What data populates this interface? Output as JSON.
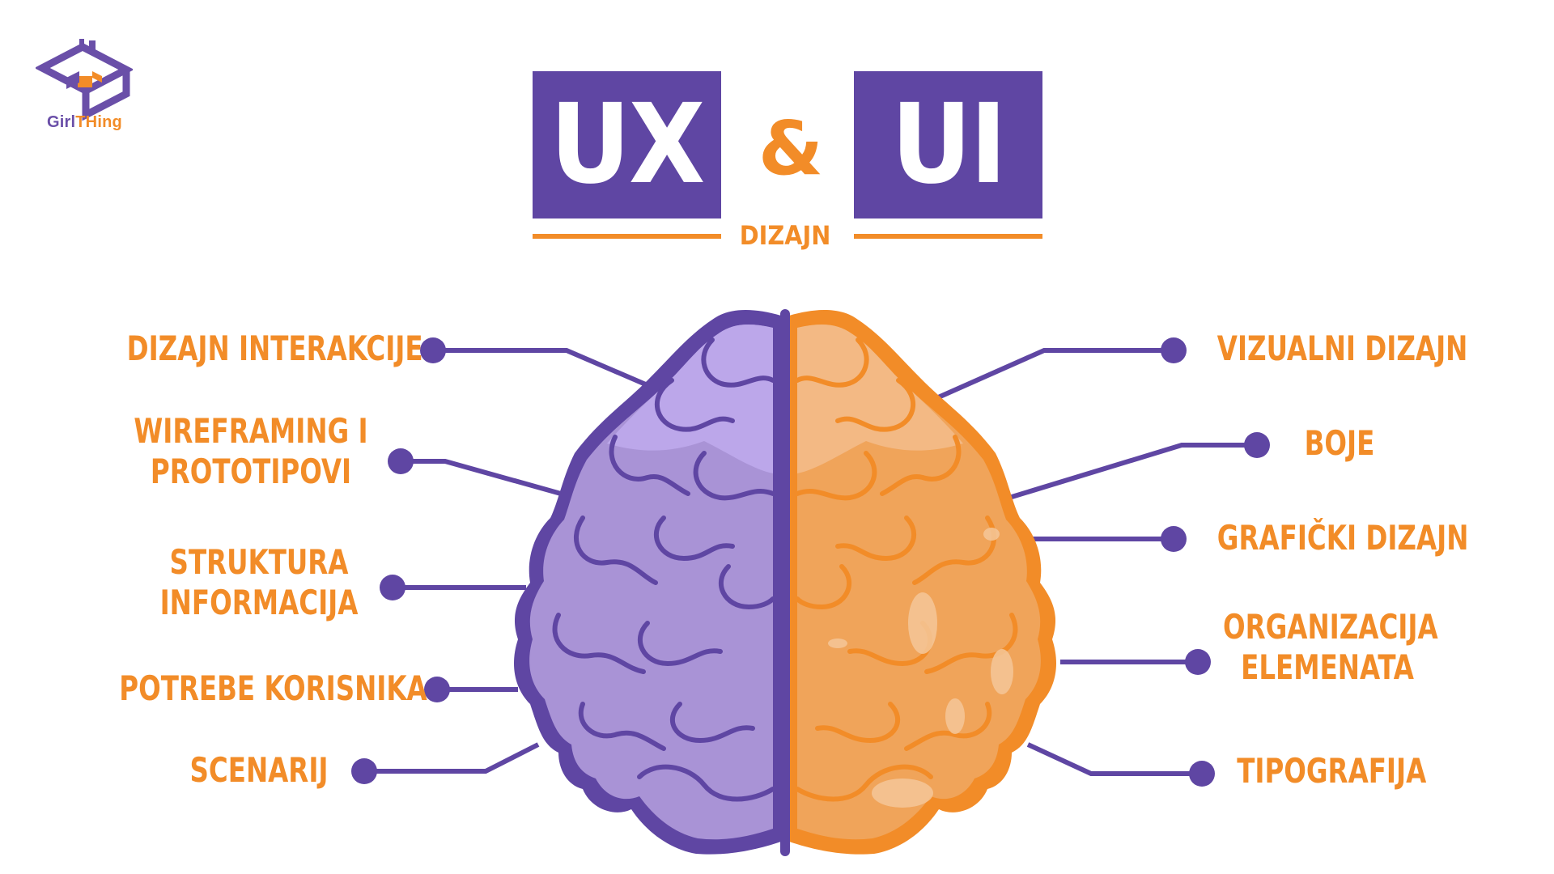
{
  "logo": {
    "text_part1": "Girl",
    "text_part2": "THing"
  },
  "title": {
    "left": "UX",
    "ampersand": "&",
    "right": "UI",
    "subtitle": "DIZAJN"
  },
  "ux_items": [
    {
      "line1": "DIZAJN INTERAKCIJE",
      "line2": ""
    },
    {
      "line1": "WIREFRAMING I",
      "line2": "PROTOTIPOVI"
    },
    {
      "line1": "STRUKTURA",
      "line2": "INFORMACIJA"
    },
    {
      "line1": "POTREBE KORISNIKA",
      "line2": ""
    },
    {
      "line1": "SCENARIJ",
      "line2": ""
    }
  ],
  "ui_items": [
    {
      "line1": "VIZUALNI DIZAJN",
      "line2": ""
    },
    {
      "line1": "BOJE",
      "line2": ""
    },
    {
      "line1": "GRAFIČKI DIZAJN",
      "line2": ""
    },
    {
      "line1": "ORGANIZACIJA",
      "line2": "ELEMENATA"
    },
    {
      "line1": "TIPOGRAFIJA",
      "line2": ""
    }
  ],
  "colors": {
    "purple": "#5f46a3",
    "purple_light": "#b19ddf",
    "orange": "#f28c28",
    "orange_light": "#f2b87a"
  }
}
